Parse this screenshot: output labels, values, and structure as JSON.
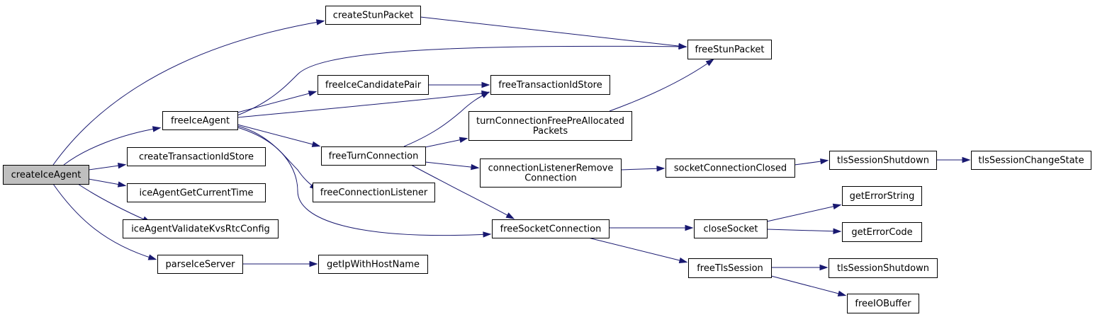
{
  "diagram": {
    "colors": {
      "edge": "#191970",
      "node_fill": "#ffffff",
      "highlight_fill": "#bfbfbf",
      "border": "#000000"
    },
    "nodes": [
      {
        "id": "createIceAgent",
        "lines": [
          "createIceAgent"
        ],
        "highlight": true
      },
      {
        "id": "createStunPacket",
        "lines": [
          "createStunPacket"
        ]
      },
      {
        "id": "freeIceAgent",
        "lines": [
          "freeIceAgent"
        ]
      },
      {
        "id": "createTransactionIdStore",
        "lines": [
          "createTransactionIdStore"
        ]
      },
      {
        "id": "iceAgentGetCurrentTime",
        "lines": [
          "iceAgentGetCurrentTime"
        ]
      },
      {
        "id": "iceAgentValidateKvsRtcConfig",
        "lines": [
          "iceAgentValidateKvsRtcConfig"
        ]
      },
      {
        "id": "parseIceServer",
        "lines": [
          "parseIceServer"
        ]
      },
      {
        "id": "freeStunPacket",
        "lines": [
          "freeStunPacket"
        ]
      },
      {
        "id": "freeIceCandidatePair",
        "lines": [
          "freeIceCandidatePair"
        ]
      },
      {
        "id": "freeTransactionIdStore",
        "lines": [
          "freeTransactionIdStore"
        ]
      },
      {
        "id": "freeTurnConnection",
        "lines": [
          "freeTurnConnection"
        ]
      },
      {
        "id": "freeConnectionListener",
        "lines": [
          "freeConnectionListener"
        ]
      },
      {
        "id": "freeSocketConnection",
        "lines": [
          "freeSocketConnection"
        ]
      },
      {
        "id": "getIpWithHostName",
        "lines": [
          "getIpWithHostName"
        ]
      },
      {
        "id": "turnConnectionFreePreAllocatedPackets",
        "lines": [
          "turnConnectionFreePreAllocated",
          "Packets"
        ]
      },
      {
        "id": "connectionListenerRemoveConnection",
        "lines": [
          "connectionListenerRemove",
          "Connection"
        ]
      },
      {
        "id": "socketConnectionClosed",
        "lines": [
          "socketConnectionClosed"
        ]
      },
      {
        "id": "tlsSessionShutdown1",
        "lines": [
          "tlsSessionShutdown"
        ]
      },
      {
        "id": "tlsSessionChangeState",
        "lines": [
          "tlsSessionChangeState"
        ]
      },
      {
        "id": "closeSocket",
        "lines": [
          "closeSocket"
        ]
      },
      {
        "id": "getErrorString",
        "lines": [
          "getErrorString"
        ]
      },
      {
        "id": "getErrorCode",
        "lines": [
          "getErrorCode"
        ]
      },
      {
        "id": "freeTlsSession",
        "lines": [
          "freeTlsSession"
        ]
      },
      {
        "id": "tlsSessionShutdown2",
        "lines": [
          "tlsSessionShutdown"
        ]
      },
      {
        "id": "freeIOBuffer",
        "lines": [
          "freeIOBuffer"
        ]
      }
    ],
    "edges": [
      {
        "from": "createIceAgent",
        "to": "createStunPacket"
      },
      {
        "from": "createIceAgent",
        "to": "freeIceAgent"
      },
      {
        "from": "createIceAgent",
        "to": "createTransactionIdStore"
      },
      {
        "from": "createIceAgent",
        "to": "iceAgentGetCurrentTime"
      },
      {
        "from": "createIceAgent",
        "to": "iceAgentValidateKvsRtcConfig"
      },
      {
        "from": "createIceAgent",
        "to": "parseIceServer"
      },
      {
        "from": "createStunPacket",
        "to": "freeStunPacket"
      },
      {
        "from": "freeIceAgent",
        "to": "freeStunPacket"
      },
      {
        "from": "freeIceAgent",
        "to": "freeIceCandidatePair"
      },
      {
        "from": "freeIceAgent",
        "to": "freeTransactionIdStore"
      },
      {
        "from": "freeIceAgent",
        "to": "freeTurnConnection"
      },
      {
        "from": "freeIceAgent",
        "to": "freeConnectionListener"
      },
      {
        "from": "freeIceAgent",
        "to": "freeSocketConnection"
      },
      {
        "from": "parseIceServer",
        "to": "getIpWithHostName"
      },
      {
        "from": "freeIceCandidatePair",
        "to": "freeTransactionIdStore"
      },
      {
        "from": "freeTurnConnection",
        "to": "freeTransactionIdStore"
      },
      {
        "from": "freeTurnConnection",
        "to": "turnConnectionFreePreAllocatedPackets"
      },
      {
        "from": "freeTurnConnection",
        "to": "connectionListenerRemoveConnection"
      },
      {
        "from": "freeTurnConnection",
        "to": "freeSocketConnection"
      },
      {
        "from": "turnConnectionFreePreAllocatedPackets",
        "to": "freeStunPacket"
      },
      {
        "from": "connectionListenerRemoveConnection",
        "to": "socketConnectionClosed"
      },
      {
        "from": "socketConnectionClosed",
        "to": "tlsSessionShutdown1"
      },
      {
        "from": "tlsSessionShutdown1",
        "to": "tlsSessionChangeState"
      },
      {
        "from": "freeSocketConnection",
        "to": "closeSocket"
      },
      {
        "from": "freeSocketConnection",
        "to": "freeTlsSession"
      },
      {
        "from": "closeSocket",
        "to": "getErrorString"
      },
      {
        "from": "closeSocket",
        "to": "getErrorCode"
      },
      {
        "from": "freeTlsSession",
        "to": "tlsSessionShutdown2"
      },
      {
        "from": "freeTlsSession",
        "to": "freeIOBuffer"
      }
    ]
  }
}
